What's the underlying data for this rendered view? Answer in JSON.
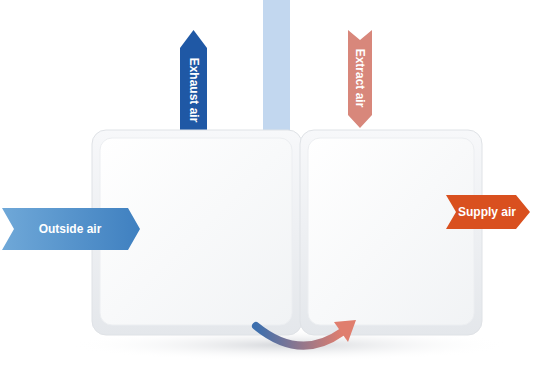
{
  "diagram": {
    "labels": [
      "Exhaust air",
      "Extract air",
      "Outside air",
      "Supply air"
    ]
  }
}
